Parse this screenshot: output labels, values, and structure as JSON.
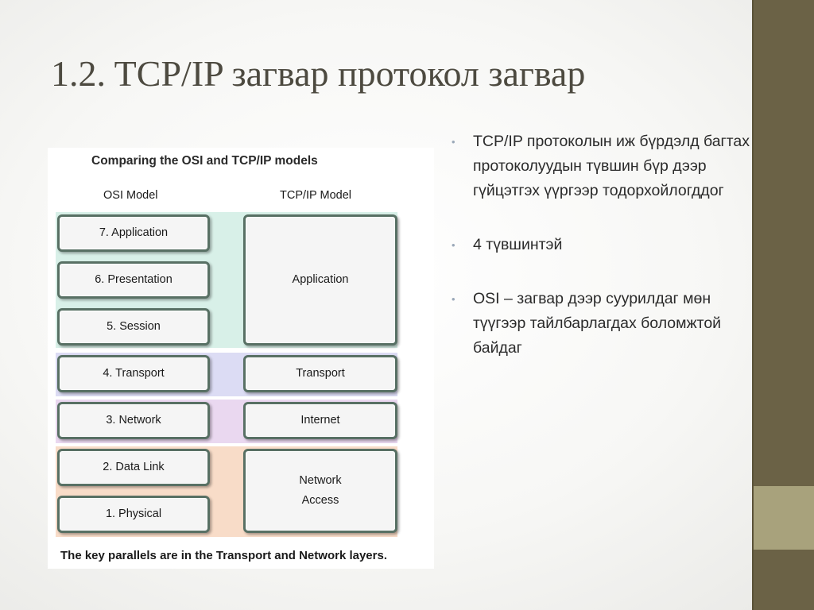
{
  "slide": {
    "title": "1.2. TCP/IP загвар протокол загвар",
    "bullets": [
      "TCP/IP протоколын иж бүрдэлд багтах протоколуудын түвшин бүр дээр гүйцэтгэх үүргээр тодорхойлогддог",
      "4 түвшинтэй",
      "OSI – загвар дээр суурилдаг мөн түүгээр тайлбарлагдах боломжтой байдаг"
    ],
    "bullet_glyph": "•"
  },
  "figure": {
    "title": "Comparing the OSI and TCP/IP models",
    "osi_header": "OSI Model",
    "tcp_header": "TCP/IP Model",
    "osi_layers": [
      "7. Application",
      "6. Presentation",
      "5. Session",
      "4. Transport",
      "3. Network",
      "2. Data Link",
      "1. Physical"
    ],
    "tcp_layers": [
      "Application",
      "Transport",
      "Internet",
      "Network\nAccess"
    ],
    "caption": "The key parallels are in the Transport and Network layers.",
    "band_colors": [
      "#d8f0e8",
      "#dcdcf4",
      "#ead8f0",
      "#f8dcc8"
    ],
    "box_border_color": "#587064"
  },
  "theme": {
    "sidebar_color": "#6b6246",
    "sidebar_accent_color": "#a8a27c",
    "title_color": "#4d4a40"
  }
}
